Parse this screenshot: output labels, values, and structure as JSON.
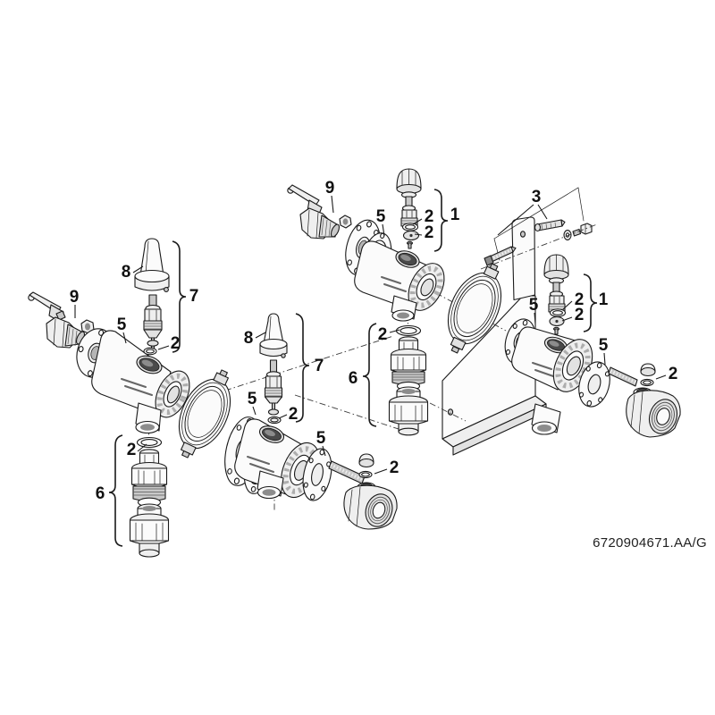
{
  "figure": {
    "part_number": "6720904671.AA/G",
    "background": "#ffffff",
    "line_color": "#1a1a1a",
    "type": "exploded-parts-diagram"
  },
  "callouts": [
    {
      "text": "9",
      "part": "left-ball-valve"
    },
    {
      "text": "8",
      "part": "left-protective-cone"
    },
    {
      "text": "7",
      "part": "left-probe-group"
    },
    {
      "text": "5",
      "part": "left-flange"
    },
    {
      "text": "2",
      "part": "left-probe-seal-ring"
    },
    {
      "text": "2",
      "part": "left-union-seal-ring"
    },
    {
      "text": "6",
      "part": "left-union-group"
    },
    {
      "text": "8",
      "part": "middle-protective-cone"
    },
    {
      "text": "7",
      "part": "middle-probe-group"
    },
    {
      "text": "5",
      "part": "middle-front-flange"
    },
    {
      "text": "2",
      "part": "middle-probe-seal-ring"
    },
    {
      "text": "5",
      "part": "middle-rear-flange"
    },
    {
      "text": "2",
      "part": "middle-cap-seal-ring"
    },
    {
      "text": "2",
      "part": "right-union-seal-ring"
    },
    {
      "text": "6",
      "part": "right-union-group"
    },
    {
      "text": "9",
      "part": "top-ball-valve"
    },
    {
      "text": "5",
      "part": "top-flange"
    },
    {
      "text": "2",
      "part": "top-seal-ring"
    },
    {
      "text": "2",
      "part": "top-seal-disc"
    },
    {
      "text": "1",
      "part": "top-cap-group"
    },
    {
      "text": "3",
      "part": "mounting-kit"
    },
    {
      "text": "2",
      "part": "right-seal-ring"
    },
    {
      "text": "2",
      "part": "right-seal-disc"
    },
    {
      "text": "1",
      "part": "right-cap-group"
    },
    {
      "text": "5",
      "part": "right-front-flange"
    },
    {
      "text": "5",
      "part": "right-rear-flange"
    },
    {
      "text": "2",
      "part": "right-cap-seal-ring"
    }
  ]
}
